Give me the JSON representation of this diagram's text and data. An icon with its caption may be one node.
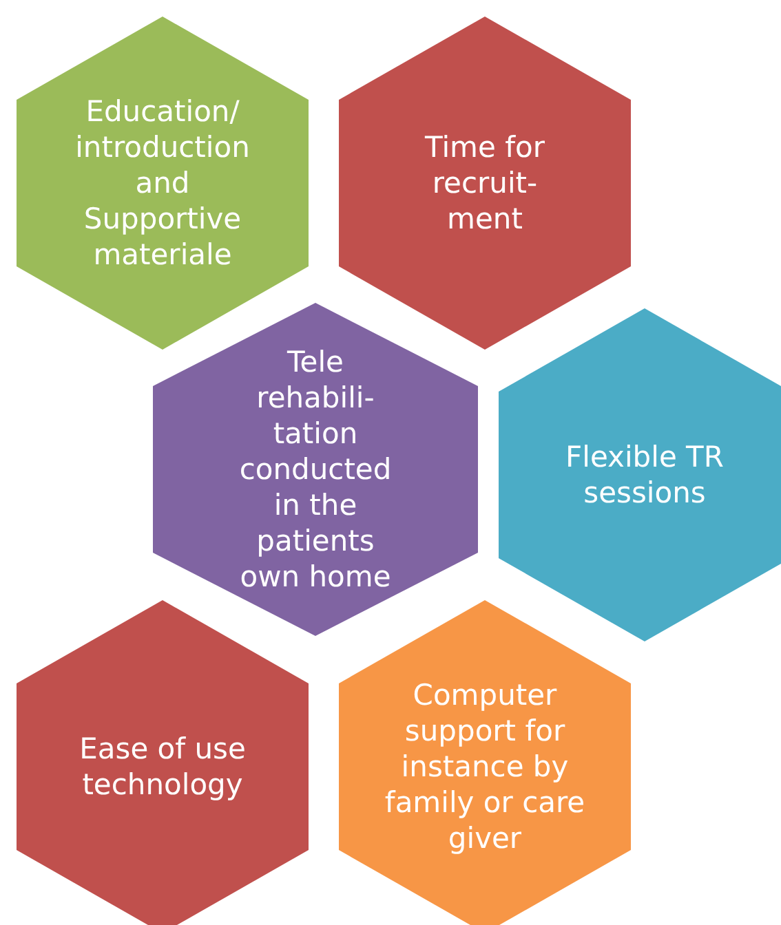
{
  "diagram": {
    "nodes": [
      {
        "text": [
          "Education/ introduction and Supportive materiale"
        ]
      },
      {
        "text": [
          "Time for recruit- ment"
        ]
      },
      {
        "text": [
          "Tele rehabili- tation conducted in the patients own home"
        ]
      },
      {
        "text": [
          "Flexible TR sessions"
        ]
      },
      {
        "text": [
          "Ease of use technology"
        ]
      },
      {
        "text": [
          "Computer support for instance by family or care giver"
        ]
      }
    ]
  }
}
